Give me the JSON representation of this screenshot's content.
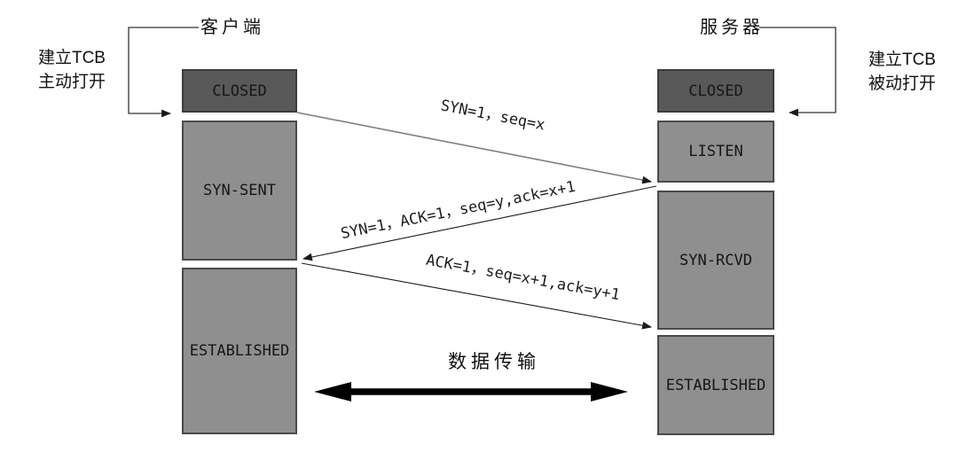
{
  "client": {
    "label": "客户端",
    "note": [
      "建立TCB",
      "主动打开"
    ],
    "states": [
      "CLOSED",
      "SYN-SENT",
      "ESTABLISHED"
    ]
  },
  "server": {
    "label": "服务器",
    "note": [
      "建立TCB",
      "被动打开"
    ],
    "states": [
      "CLOSED",
      "LISTEN",
      "SYN-RCVD",
      "ESTABLISHED"
    ]
  },
  "messages": [
    {
      "label": "SYN=1，seq=x",
      "from": "client",
      "to": "server"
    },
    {
      "label": "SYN=1，ACK=1，seq=y,ack=x+1",
      "from": "server",
      "to": "client"
    },
    {
      "label": "ACK=1，seq=x+1,ack=y+1",
      "from": "client",
      "to": "server"
    }
  ],
  "data_transfer_label": "数据传输",
  "colors": {
    "background": "#ffffff",
    "state_dark": "#595959",
    "state_light": "#8f8f8f",
    "state_border": "#4a4a4a",
    "line_dark": "#1a1a1a",
    "line_gray": "#7f7f7f",
    "text": "#111111"
  }
}
